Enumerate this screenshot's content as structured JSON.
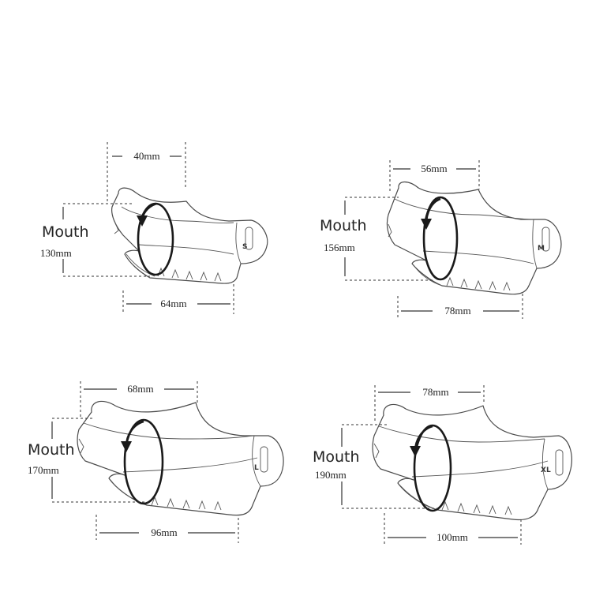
{
  "muzzles": [
    {
      "size": "S",
      "width": "40mm",
      "mouth_label": "Mouth",
      "mouth": "130mm",
      "length": "64mm"
    },
    {
      "size": "M",
      "width": "56mm",
      "mouth_label": "Mouth",
      "mouth": "156mm",
      "length": "78mm"
    },
    {
      "size": "L",
      "width": "68mm",
      "mouth_label": "Mouth",
      "mouth": "170mm",
      "length": "96mm"
    },
    {
      "size": "XL",
      "width": "78mm",
      "mouth_label": "Mouth",
      "mouth": "190mm",
      "length": "100mm"
    }
  ]
}
